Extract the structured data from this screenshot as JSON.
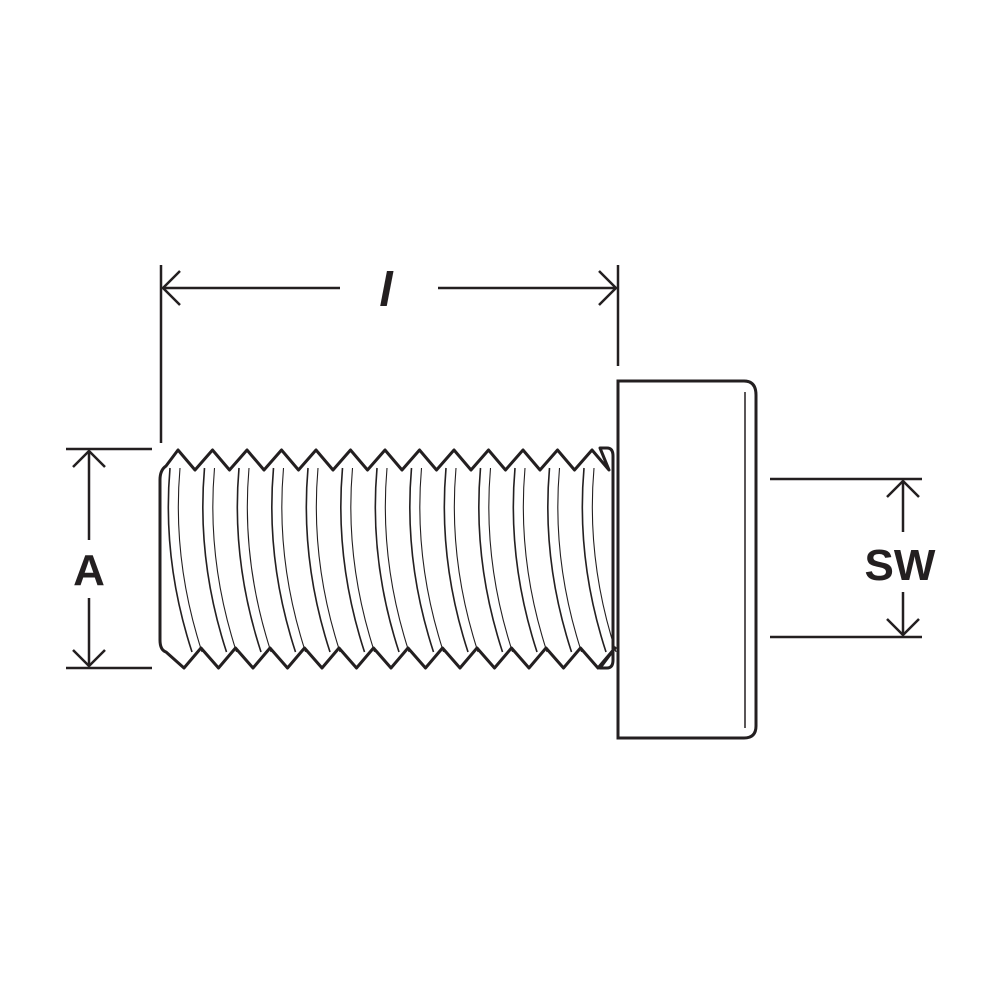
{
  "diagram": {
    "labels": {
      "length": "l",
      "diameter": "A",
      "wrench_size": "SW"
    },
    "colors": {
      "line": "#231f20",
      "background": "#ffffff"
    }
  }
}
